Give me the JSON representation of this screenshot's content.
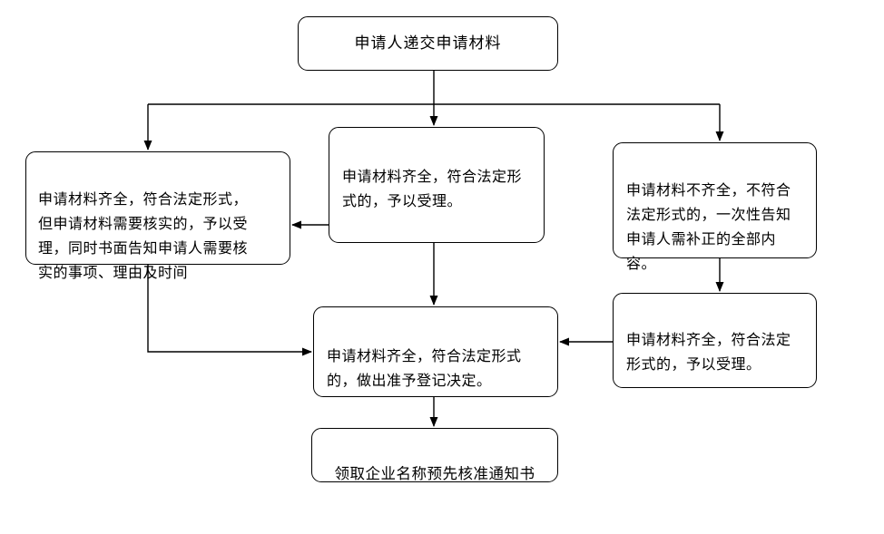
{
  "diagram": {
    "type": "flowchart",
    "colors": {
      "background": "#ffffff",
      "box_fill": "#ffffff",
      "box_border": "#000000",
      "line": "#000000",
      "text": "#000000"
    },
    "nodes": {
      "submit": {
        "text": "申请人递交申请材料"
      },
      "verify": {
        "text": "申请材料齐全，符合法定形式，\n但申请材料需要核实的，予以受\n理，同时书面告知申请人需要核\n实的事项、理由及时间"
      },
      "accept_mid": {
        "text": "申请材料齐全，符合法定形\n式的，予以受理。"
      },
      "incomplete": {
        "text": "申请材料不齐全，不符合\n法定形式的，一次性告知\n申请人需补正的全部内\n容。"
      },
      "accept_right": {
        "text": "申请材料齐全，符合法定\n形式的，予以受理。"
      },
      "decision": {
        "text": "申请材料齐全，符合法定形式\n的，做出准予登记决定。"
      },
      "receive": {
        "text": "领取企业名称预先核准通知书"
      }
    },
    "edges": [
      {
        "from": "submit",
        "to": "verify"
      },
      {
        "from": "submit",
        "to": "accept_mid"
      },
      {
        "from": "submit",
        "to": "incomplete"
      },
      {
        "from": "accept_mid",
        "to": "verify"
      },
      {
        "from": "verify",
        "to": "decision"
      },
      {
        "from": "accept_mid",
        "to": "decision"
      },
      {
        "from": "incomplete",
        "to": "accept_right"
      },
      {
        "from": "accept_right",
        "to": "decision"
      },
      {
        "from": "decision",
        "to": "receive"
      }
    ]
  }
}
